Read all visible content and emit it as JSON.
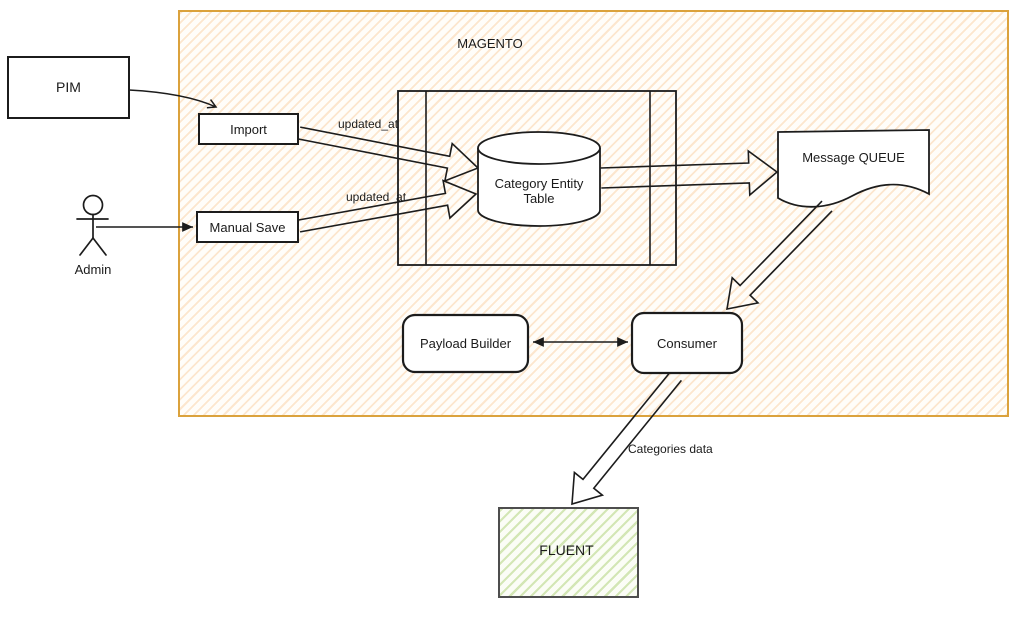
{
  "diagram": {
    "container_title": "MAGENTO",
    "nodes": {
      "pim": {
        "label": "PIM"
      },
      "import": {
        "label": "Import"
      },
      "manual_save": {
        "label": "Manual Save"
      },
      "admin": {
        "label": "Admin"
      },
      "category_entity_table": {
        "label_lines": [
          "Category Entity",
          "Table"
        ]
      },
      "message_queue": {
        "label": "Message QUEUE"
      },
      "payload_builder": {
        "label": "Payload Builder"
      },
      "consumer": {
        "label": "Consumer"
      },
      "fluent": {
        "label": "FLUENT"
      }
    },
    "edges": [
      {
        "from": "PIM",
        "to": "Import",
        "label": ""
      },
      {
        "from": "Admin",
        "to": "Manual Save",
        "label": ""
      },
      {
        "from": "Import",
        "to": "Category Entity Table",
        "label": "updated_at"
      },
      {
        "from": "Manual Save",
        "to": "Category Entity Table",
        "label": "updated_at"
      },
      {
        "from": "Category Entity Table",
        "to": "Message QUEUE",
        "label": ""
      },
      {
        "from": "Message QUEUE",
        "to": "Consumer",
        "label": ""
      },
      {
        "from": "Payload Builder",
        "to": "Consumer",
        "label": "",
        "bidirectional": true
      },
      {
        "from": "Consumer",
        "to": "FLUENT",
        "label": "Categories data"
      }
    ],
    "colors": {
      "magento_border": "#dba23c",
      "magento_hatch": "#f5b069",
      "fluent_border": "#4e4e4e",
      "fluent_hatch": "#97c554",
      "line": "#1c1c1c"
    }
  }
}
